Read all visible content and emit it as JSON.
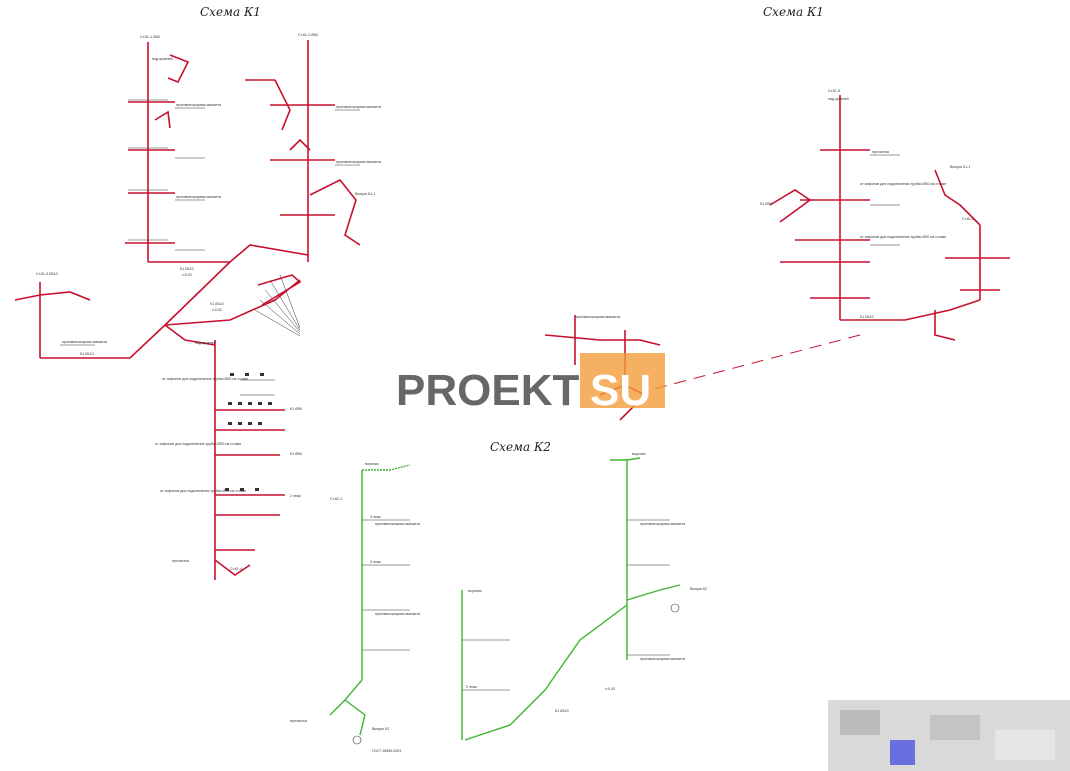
{
  "titles": {
    "k1_left": "Схема К1",
    "k1_right": "Схема К1",
    "k2": "Схема К2"
  },
  "watermark": {
    "text": "PROEKT",
    "box_text": "SU",
    "box_color": "#f39c39"
  },
  "colors": {
    "sewer_k1": "#c8102e",
    "sewer_k2": "#3fb52f",
    "annotation": "#333333"
  },
  "annotations": {
    "riser_1": "Ст.К1-1 Ø50",
    "riser_2": "Ст.К1-2 Ø50",
    "riser_3": "Ст.К1-3 Ø110",
    "riser_4": "Ст.К1-4",
    "riser_5": "Ст.К1-5",
    "riser_6": "Ст.К1-6",
    "riser_k2": "Ст.К2-1",
    "roof_vent": "над кровлей",
    "revision": "прочистка",
    "revision_hatch": "противопожарная манжета",
    "outlet_k1": "Выпуск К1-1",
    "outlet_k2": "Выпуск К2",
    "pipe_d110": "К1 Ø110",
    "pipe_d50": "К1 Ø50",
    "slope_2": "i=0,02",
    "slope_3": "i=0,03",
    "funnel": "воронка",
    "drain_note": "от сифонов для подключения трубки Ø50 на стояке",
    "floor_mark": "2 этаж",
    "floor_mark_3": "3 этаж",
    "gost": "ГОСТ 18599-2001"
  },
  "bottom_right_badge": "blurred logo"
}
